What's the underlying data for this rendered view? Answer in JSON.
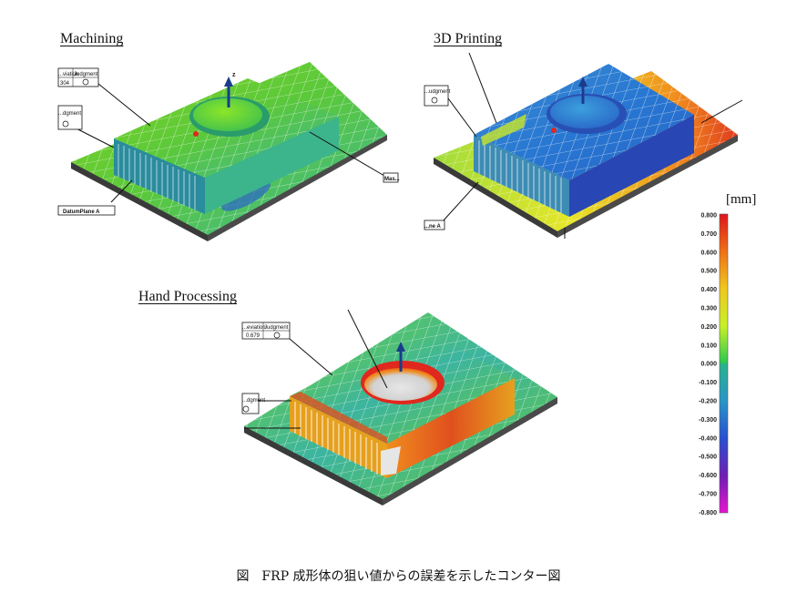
{
  "panels": [
    {
      "title": "Machining",
      "callouts": {
        "top_header": [
          "...viation",
          "Judgment"
        ],
        "top_value": "304",
        "side_header": "...dgment",
        "datum": "DatumPlane A",
        "right": "Mas..."
      }
    },
    {
      "title": "3D Printing",
      "callouts": {
        "side_header": "...udgment",
        "datum": "...ne A"
      }
    },
    {
      "title": "Hand Processing",
      "callouts": {
        "top_header": [
          "...eviation",
          "Judgment"
        ],
        "top_value": "0.679",
        "side_header": "...dgment"
      }
    }
  ],
  "colorbar": {
    "unit": "[mm]",
    "ticks": [
      "0.800",
      "0.700",
      "0.600",
      "0.500",
      "0.400",
      "0.300",
      "0.200",
      "0.100",
      "0.000",
      "-0.100",
      "-0.200",
      "-0.300",
      "-0.400",
      "-0.500",
      "-0.600",
      "-0.700",
      "-0.800"
    ],
    "colors": [
      "#e0141e",
      "#f04a14",
      "#f08a1e",
      "#f0b41e",
      "#f0dc28",
      "#d2f028",
      "#a0e628",
      "#64d23c",
      "#28be78",
      "#28a0b4",
      "#2882c8",
      "#2864d2",
      "#2846c8",
      "#3c28be",
      "#6e1eb4",
      "#a01ec8",
      "#e614d2"
    ]
  },
  "caption": "図　FRP 成形体の狙い値からの誤差を示したコンター図"
}
